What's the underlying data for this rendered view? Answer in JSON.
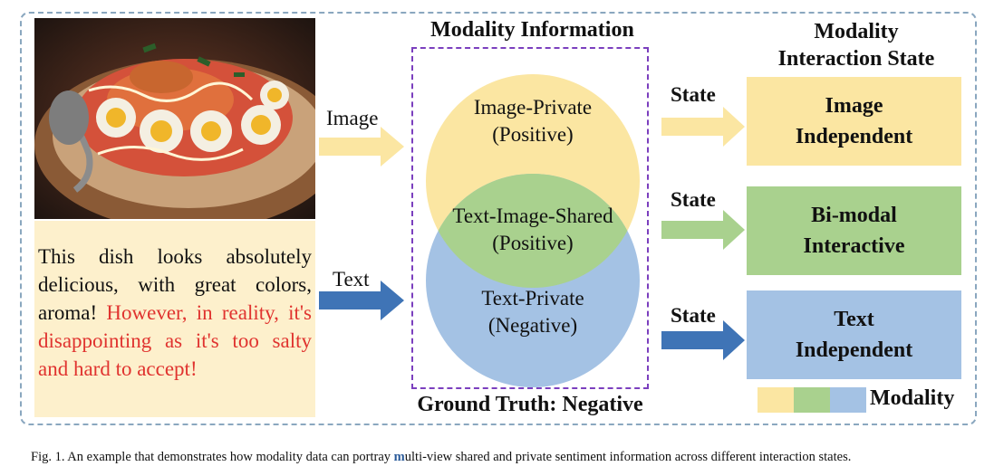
{
  "image_label": "Image",
  "text_label": "Text",
  "text_sample": {
    "positive_part": "This dish looks absolutely delicious, with great colors, aroma!",
    "negative_part": "However, in reality, it's disappointing as it's too salty and hard to accept!"
  },
  "modality_information": {
    "title": "Modality Information",
    "image_private": [
      "Image-Private",
      "(Positive)"
    ],
    "shared": [
      "Text-Image-Shared",
      "(Positive)"
    ],
    "text_private": [
      "Text-Private",
      "(Negative)"
    ],
    "ground_truth": "Ground Truth: Negative"
  },
  "interaction_state": {
    "title_line1": "Modality",
    "title_line2": "Interaction State",
    "state_label": "State",
    "states": [
      {
        "line1": "Image",
        "line2": "Independent",
        "color": "#fbe6a2"
      },
      {
        "line1": "Bi-modal",
        "line2": "Interactive",
        "color": "#a9d18e"
      },
      {
        "line1": "Text",
        "line2": "Independent",
        "color": "#a4c2e4"
      }
    ]
  },
  "legend": {
    "label": "Modality",
    "colors": [
      "#fbe6a2",
      "#a9d18e",
      "#a4c2e4"
    ]
  },
  "caption": {
    "prefix": "Fig. 1.  An example that demonstrates how modality data can portray ",
    "highlight": "m",
    "suffix": "ulti-view shared and private sentiment information across different interaction states."
  },
  "icons": [
    "food-photo",
    "arrow-right-icon"
  ]
}
